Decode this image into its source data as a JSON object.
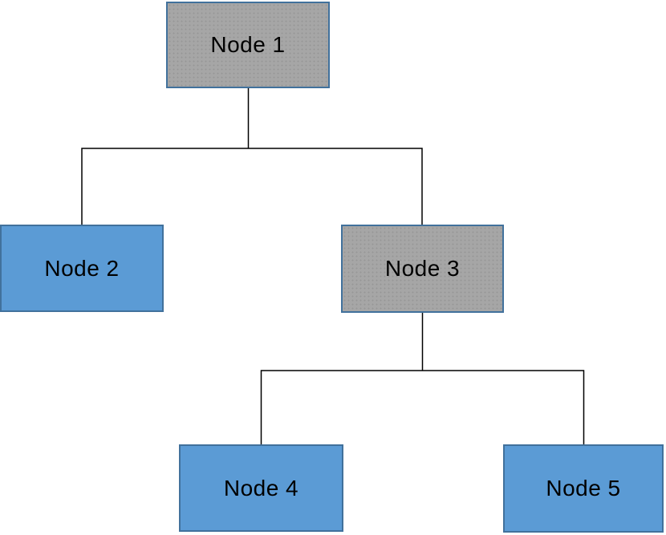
{
  "diagram": {
    "type": "tree",
    "nodes": [
      {
        "id": "node1",
        "label": "Node 1",
        "fill": "gray",
        "level": 0
      },
      {
        "id": "node2",
        "label": "Node 2",
        "fill": "blue",
        "level": 1
      },
      {
        "id": "node3",
        "label": "Node 3",
        "fill": "gray",
        "level": 1
      },
      {
        "id": "node4",
        "label": "Node 4",
        "fill": "blue",
        "level": 2
      },
      {
        "id": "node5",
        "label": "Node 5",
        "fill": "blue",
        "level": 2
      }
    ],
    "edges": [
      {
        "from": "Node 1",
        "to": "Node 2"
      },
      {
        "from": "Node 1",
        "to": "Node 3"
      },
      {
        "from": "Node 3",
        "to": "Node 4"
      },
      {
        "from": "Node 3",
        "to": "Node 5"
      }
    ],
    "colors": {
      "blue_fill": "#5b9bd5",
      "gray_fill": "#a6a6a6",
      "box_border": "#41719c",
      "connector": "#000000",
      "text": "#000000",
      "background": "#ffffff"
    }
  }
}
